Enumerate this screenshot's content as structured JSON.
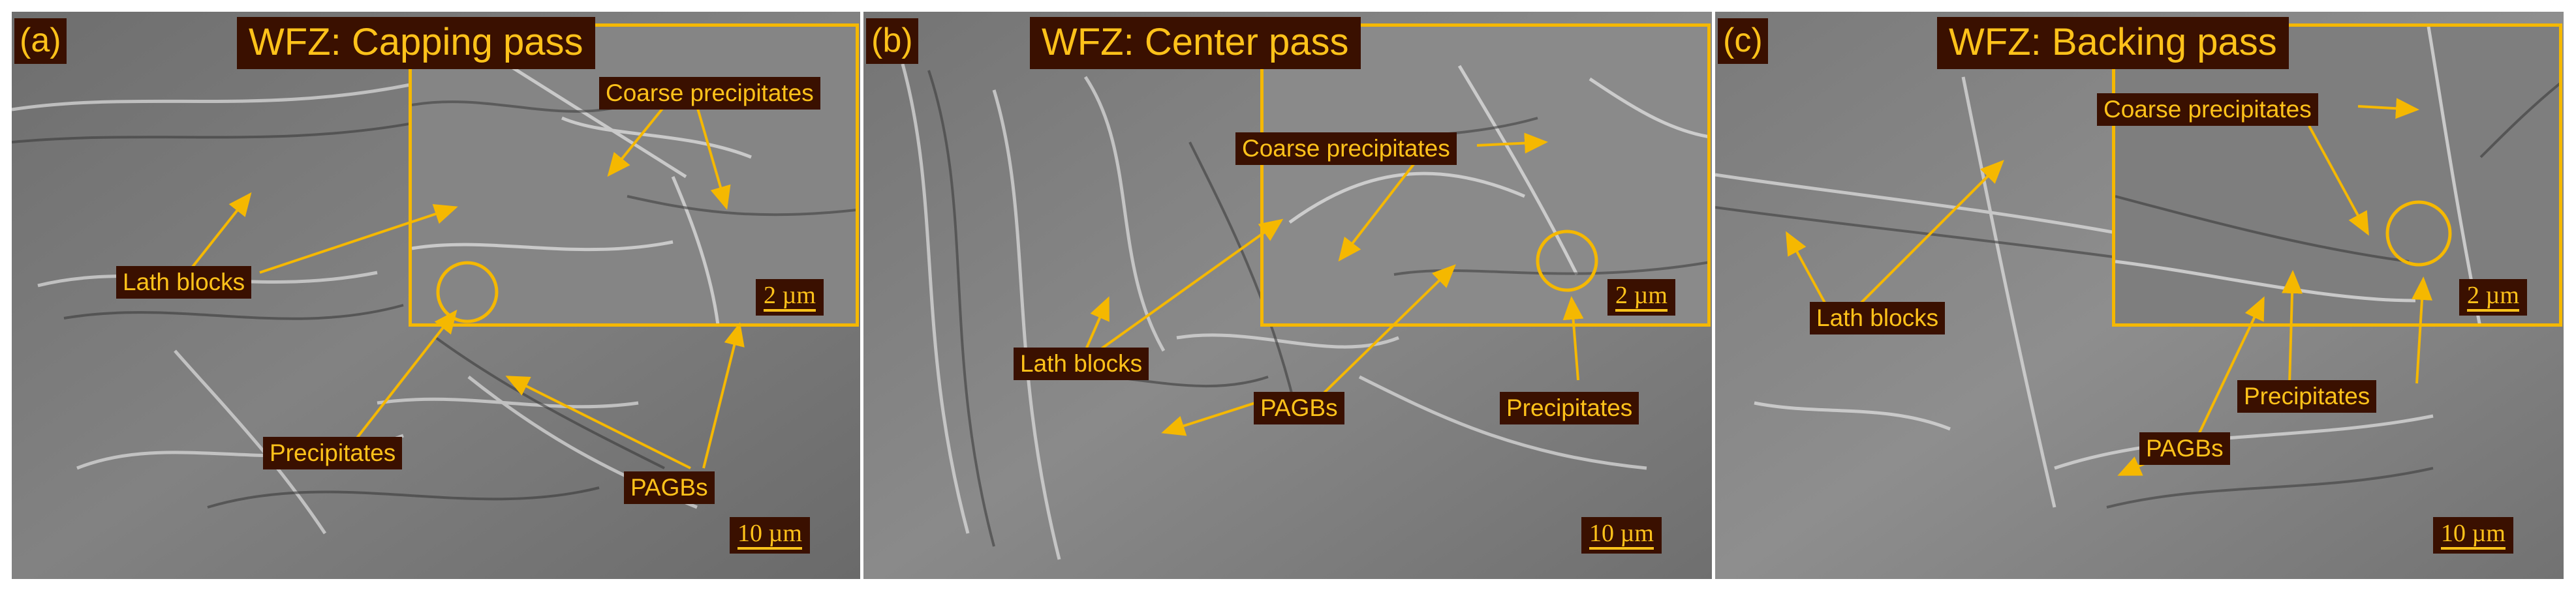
{
  "panels": [
    {
      "tag": "(a)",
      "title": "WFZ: Capping pass",
      "inset_scale": "2 µm",
      "scale": "10 µm",
      "labels": {
        "coarse": "Coarse precipitates",
        "lath": "Lath blocks",
        "precip": "Precipitates",
        "pagbs": "PAGBs"
      }
    },
    {
      "tag": "(b)",
      "title": "WFZ: Center pass",
      "inset_scale": "2 µm",
      "scale": "10 µm",
      "labels": {
        "coarse": "Coarse precipitates",
        "lath": "Lath blocks",
        "pagbs": "PAGBs",
        "precip": "Precipitates"
      }
    },
    {
      "tag": "(c)",
      "title": "WFZ: Backing pass",
      "inset_scale": "2 µm",
      "scale": "10 µm",
      "labels": {
        "coarse": "Coarse precipitates",
        "lath": "Lath blocks",
        "precip": "Precipitates",
        "pagbs": "PAGBs"
      }
    }
  ],
  "colors": {
    "accent": "#f5b800",
    "label_bg": "#3a1000",
    "label_text": "#ffc21a"
  }
}
